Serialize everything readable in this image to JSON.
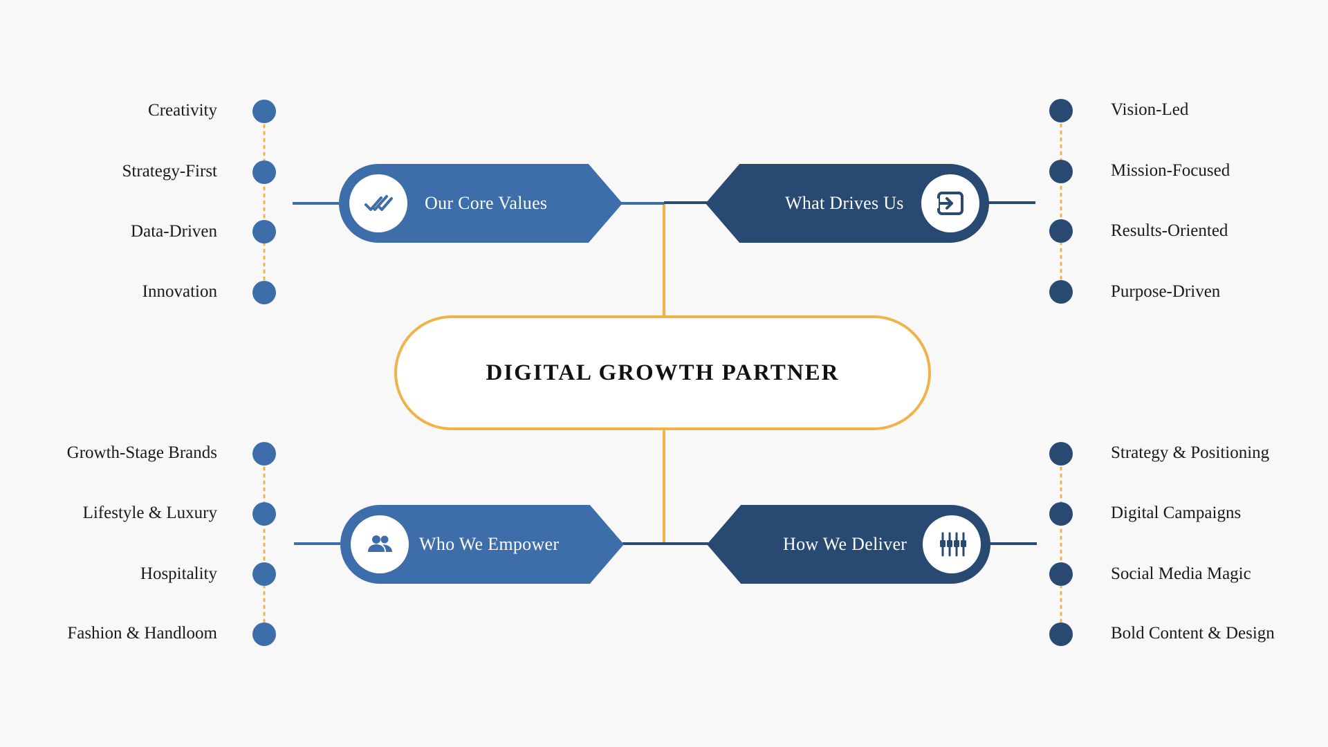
{
  "title": "DIGITAL GROWTH PARTNER",
  "colors": {
    "light_blue": "#3e6ea9",
    "dark_blue": "#284a72",
    "accent_gold": "#efb34a",
    "background": "#f8f8f8"
  },
  "branches": {
    "core_values": {
      "label": "Our Core Values",
      "icon": "double-check-icon",
      "items": [
        "Creativity",
        "Strategy-First",
        "Data-Driven",
        "Innovation"
      ]
    },
    "drives": {
      "label": "What Drives Us",
      "icon": "login-arrow-icon",
      "items": [
        "Vision-Led",
        "Mission-Focused",
        "Results-Oriented",
        "Purpose-Driven"
      ]
    },
    "empower": {
      "label": "Who We Empower",
      "icon": "people-icon",
      "items": [
        "Growth-Stage Brands",
        "Lifestyle & Luxury",
        "Hospitality",
        "Fashion & Handloom"
      ]
    },
    "deliver": {
      "label": "How We Deliver",
      "icon": "sliders-icon",
      "items": [
        "Strategy & Positioning",
        "Digital Campaigns",
        "Social Media Magic",
        "Bold Content & Design"
      ]
    }
  }
}
